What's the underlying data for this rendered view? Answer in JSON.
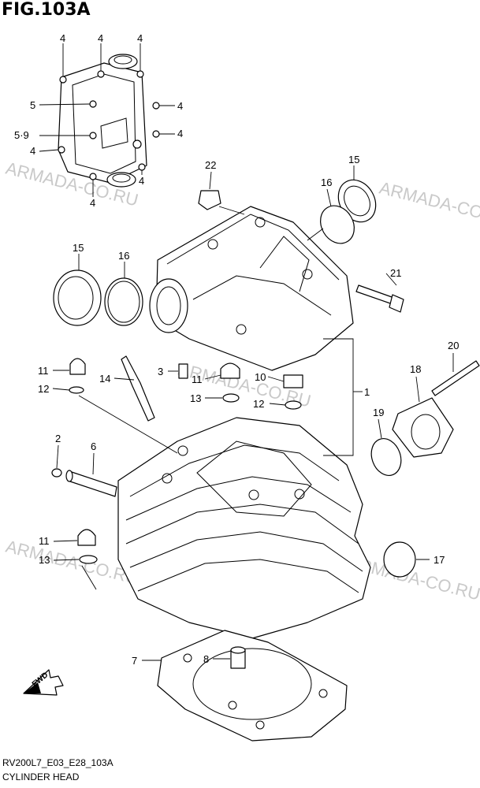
{
  "figure_title": "FIG.103A",
  "footer": {
    "diagram_code": "RV200L7_E03_E28_103A",
    "assembly_name": "CYLINDER HEAD"
  },
  "watermark": "ARMADA-CO.RU",
  "fwd_label": "FWD",
  "callouts": [
    "4",
    "4",
    "4",
    "5",
    "4",
    "5·9",
    "4",
    "4",
    "4",
    "4",
    "22",
    "15",
    "16",
    "15",
    "16",
    "21",
    "11",
    "14",
    "3",
    "11",
    "10",
    "1",
    "12",
    "13",
    "12",
    "20",
    "18",
    "19",
    "2",
    "6",
    "11",
    "13",
    "17",
    "7",
    "8"
  ]
}
